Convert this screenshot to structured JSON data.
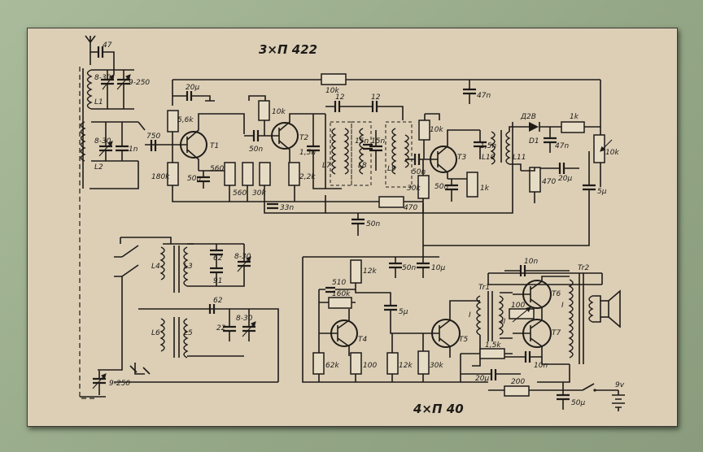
{
  "stage_titles": {
    "rf": "3×П 422",
    "af": "4×П 40"
  },
  "labels": {
    "antenna_cap": "47",
    "trimmer_top": "8-30",
    "tuning_cap_top": "9-250",
    "coil_l1": "L1",
    "trimmer_mid": "8-30",
    "coil_l2": "L2",
    "cap_1n": "1n",
    "cap_750": "750",
    "r_56k": "5,6k",
    "t1": "T1",
    "r_180k": "180k",
    "cap_50n_a": "50n",
    "r_560_a": "560",
    "r_560_b": "560",
    "r_30k_a": "30k",
    "cap_20u_a": "20μ",
    "r_10k_top": "10k",
    "cap_50n_b": "50n",
    "t2": "T2",
    "r_22k": "2,2k",
    "cap_33n": "33n",
    "r_10k_fb": "10k",
    "cap_12_a": "12",
    "cap_12_b": "12",
    "cap_15n_a": "1,5n",
    "coil_l7": "L7",
    "cap_15n_b": "15n",
    "coil_l8": "L8",
    "cap_15n_c": "15n",
    "coil_l9": "L9",
    "cap_50n_c": "50n",
    "r_470_a": "470",
    "r_10k_t3": "10k",
    "t3": "T3",
    "cap_50n_d": "50n",
    "r_30k_b": "30k",
    "r_1k_a": "1k",
    "cap_47n_a": "47n",
    "cap_15n_d": "1,5n",
    "coil_l10": "L10",
    "coil_l11": "L11",
    "diode_type": "Д2В",
    "diode": "D1",
    "r_1k_b": "1k",
    "cap_47n_b": "47n",
    "r_470_b": "470",
    "cap_20u_b": "20μ",
    "pot_10k": "10k",
    "cap_5u_a": "5μ",
    "cap_50n_e": "50n",
    "coil_l4": "L4",
    "coil_l3": "L3",
    "cap_62_a": "62",
    "cap_91": "91",
    "trimmer_b": "8-30",
    "coil_l6": "L6",
    "coil_l5": "L5",
    "cap_62_b": "62",
    "cap_22": "22",
    "trimmer_c": "8-30",
    "tuning_cap_bottom": "9-250",
    "r_12k_a": "12k",
    "cap_50n_f": "50n",
    "cap_10u": "10μ",
    "cap_510": "510",
    "r_160k": "160k",
    "cap_5u_b": "5μ",
    "t4": "T4",
    "r_62k": "62k",
    "r_100_a": "100",
    "r_12k_b": "12k",
    "t5": "T5",
    "r_30k_c": "30k",
    "tr1": "Tr1",
    "tr1_winding_1": "I",
    "tr1_winding_2": "II",
    "cap_10n_a": "10n",
    "t6": "T6",
    "r_100_b": "100",
    "t7": "T7",
    "tr2": "Tr2",
    "tr2_winding": "I",
    "r_15k": "1,5k",
    "cap_10n_b": "10n",
    "cap_20u_c": "20μ",
    "r_200": "200",
    "cap_50u": "50μ",
    "battery": "9v"
  },
  "colors": {
    "paper": "#dccfb6",
    "ink": "#1e1b18",
    "frame": "#9bad8d"
  }
}
